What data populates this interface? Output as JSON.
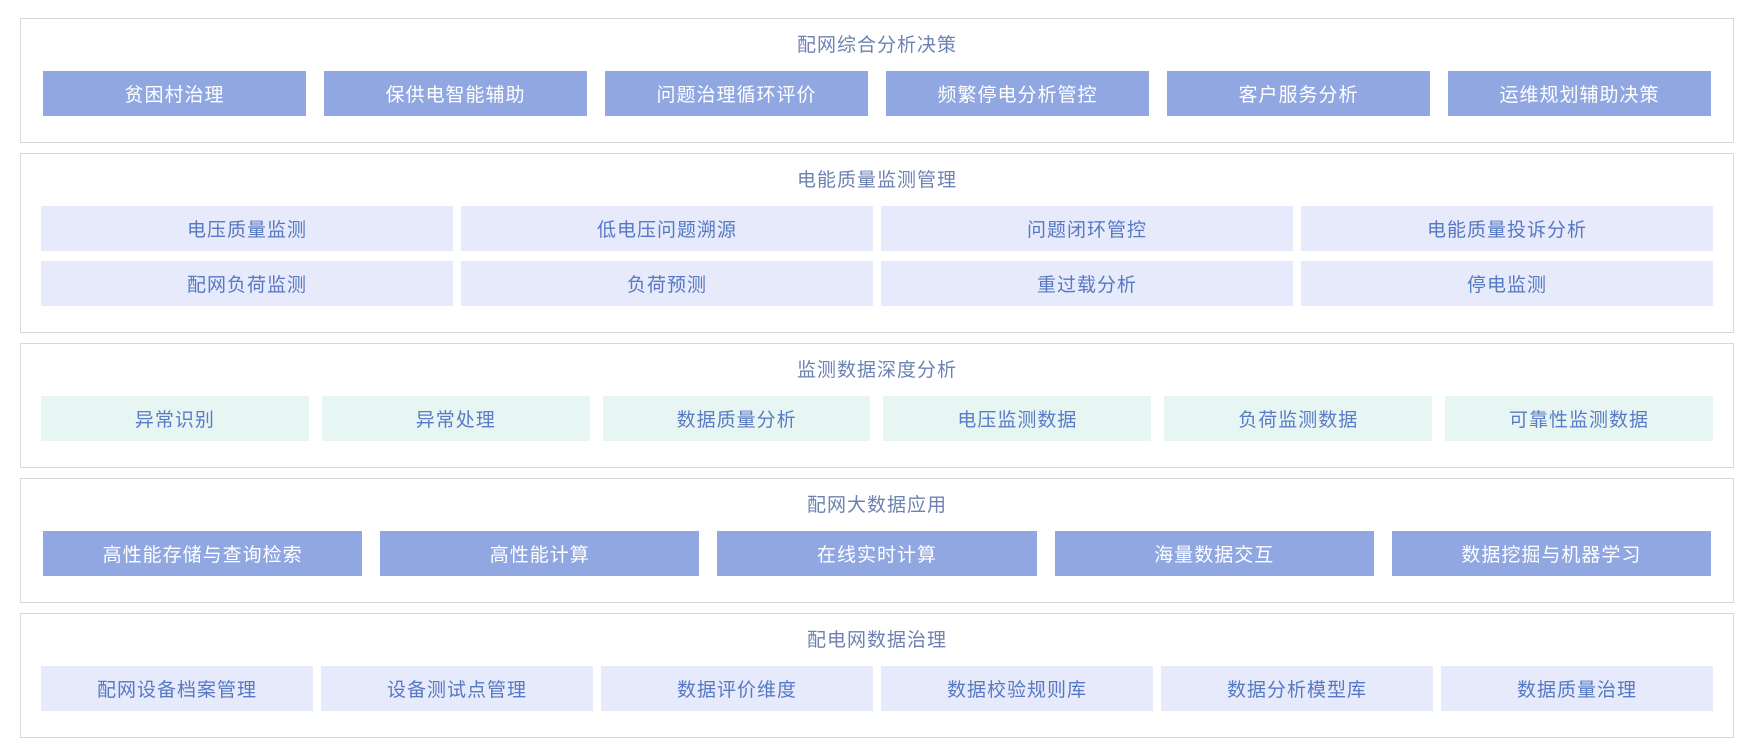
{
  "colors": {
    "solid_tile_bg": "#91a7e1",
    "solid_tile_text": "#ffffff",
    "lavender_tile_bg": "#e6eafb",
    "mint_tile_bg": "#e7f5f3",
    "tile_text_blue": "#5779c4",
    "section_title_text": "#6d82b2",
    "section_border": "#d8d8d8",
    "page_bg": "#ffffff"
  },
  "sections": [
    {
      "title": "配网综合分析决策",
      "style": "solid",
      "rows": [
        [
          "贫困村治理",
          "保供电智能辅助",
          "问题治理循环评价",
          "频繁停电分析管控",
          "客户服务分析",
          "运维规划辅助决策"
        ]
      ]
    },
    {
      "title": "电能质量监测管理",
      "style": "lavender",
      "rows": [
        [
          "电压质量监测",
          "低电压问题溯源",
          "问题闭环管控",
          "电能质量投诉分析"
        ],
        [
          "配网负荷监测",
          "负荷预测",
          "重过载分析",
          "停电监测"
        ]
      ]
    },
    {
      "title": "监测数据深度分析",
      "style": "mint",
      "rows": [
        [
          "异常识别",
          "异常处理",
          "数据质量分析",
          "电压监测数据",
          "负荷监测数据",
          "可靠性监测数据"
        ]
      ]
    },
    {
      "title": "配网大数据应用",
      "style": "solid",
      "rows": [
        [
          "高性能存储与查询检索",
          "高性能计算",
          "在线实时计算",
          "海量数据交互",
          "数据挖掘与机器学习"
        ]
      ]
    },
    {
      "title": "配电网数据治理",
      "style": "lavender",
      "rows": [
        [
          "配网设备档案管理",
          "设备测试点管理",
          "数据评价维度",
          "数据校验规则库",
          "数据分析模型库",
          "数据质量治理"
        ]
      ]
    }
  ]
}
